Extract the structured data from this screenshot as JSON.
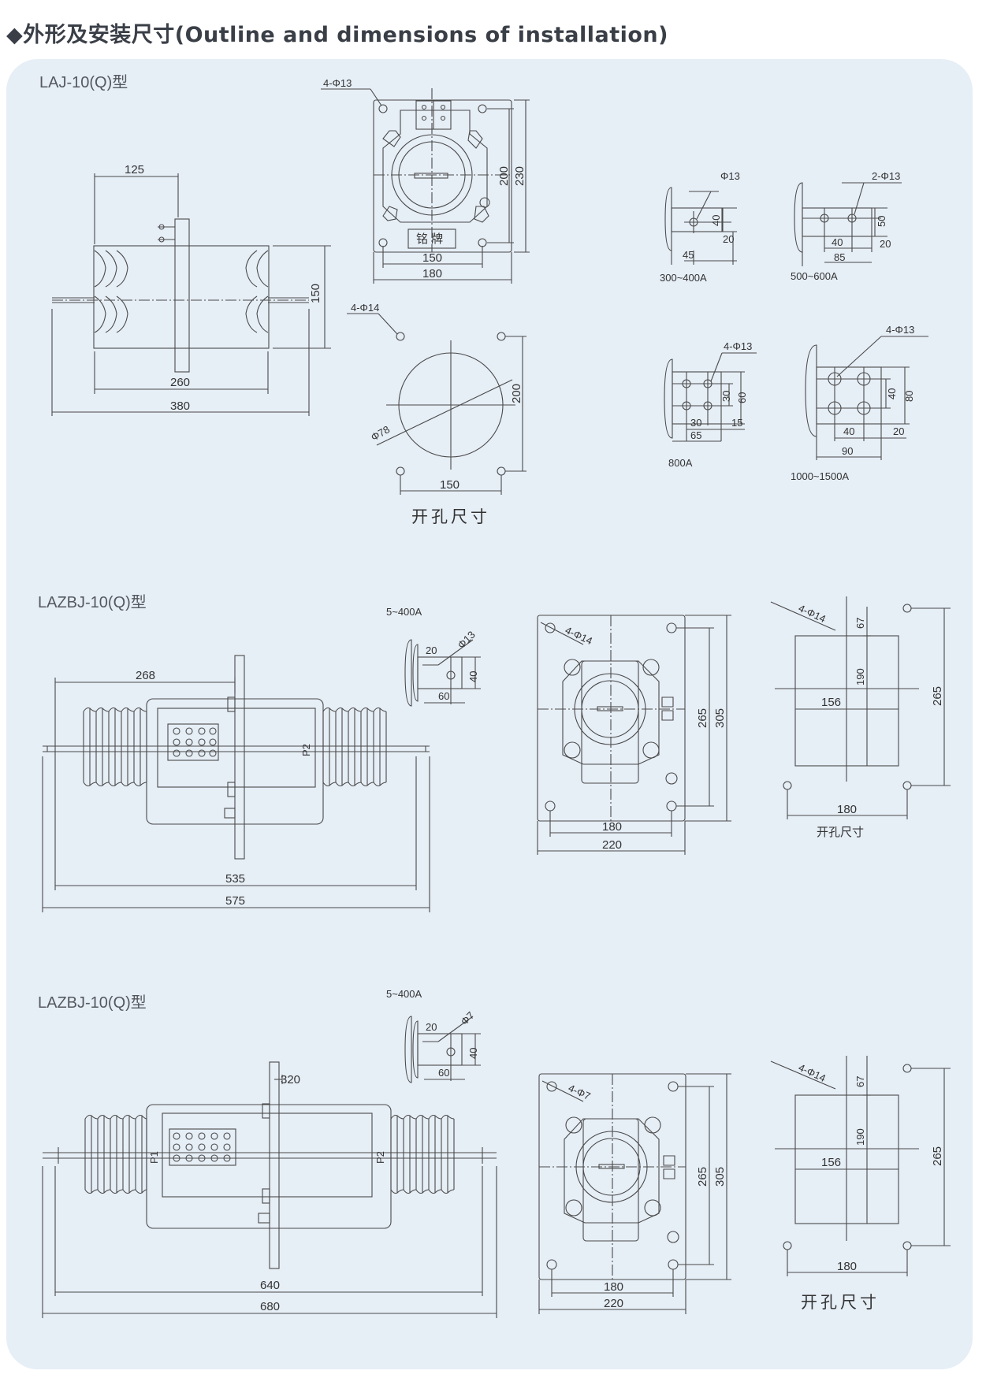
{
  "heading": "◆外形及安装尺寸(Outline and dimensions of installation)",
  "sections": [
    {
      "model": "LAJ-10(Q)型",
      "side_dims": [
        "125",
        "150",
        "260",
        "380"
      ],
      "front": {
        "holes": "4-Φ13",
        "nameplate": "铭 牌",
        "dims": [
          "200",
          "230",
          "150",
          "180"
        ]
      },
      "cutout": {
        "holes": "4-Φ14",
        "diameter": "Φ78",
        "dims": [
          "200",
          "150"
        ],
        "caption": "开孔尺寸"
      },
      "terminals": [
        {
          "range": "300~400A",
          "hole": "Φ13",
          "dims": [
            "40",
            "20",
            "45"
          ]
        },
        {
          "range": "500~600A",
          "hole": "2-Φ13",
          "dims": [
            "50",
            "40",
            "20",
            "85"
          ]
        },
        {
          "range": "800A",
          "hole": "4-Φ13",
          "dims": [
            "30",
            "60",
            "30",
            "15",
            "65"
          ]
        },
        {
          "range": "1000~1500A",
          "hole": "4-Φ13",
          "dims": [
            "40",
            "80",
            "40",
            "20",
            "90"
          ]
        }
      ]
    },
    {
      "model": "LAZBJ-10(Q)型",
      "side_dims": [
        "268",
        "535",
        "575"
      ],
      "side_label": "P2",
      "terminal": {
        "range": "5~400A",
        "hole": "Φ13",
        "dims": [
          "20",
          "40",
          "60"
        ]
      },
      "front": {
        "holes": "4-Φ14",
        "dims": [
          "265",
          "305",
          "180",
          "220"
        ]
      },
      "cutout": {
        "holes": "4-Φ14",
        "dims": [
          "67",
          "190",
          "156",
          "265",
          "180"
        ],
        "caption": "开孔尺寸"
      }
    },
    {
      "model": "LAZBJ-10(Q)型",
      "side_dims": [
        "320",
        "640",
        "680"
      ],
      "side_labels": [
        "P1",
        "P2"
      ],
      "terminal": {
        "range": "5~400A",
        "hole": "Φ7",
        "dims": [
          "20",
          "40",
          "60"
        ]
      },
      "front": {
        "holes": "4-Φ7",
        "dims": [
          "265",
          "305",
          "180",
          "220"
        ]
      },
      "cutout": {
        "holes": "4-Φ14",
        "dims": [
          "67",
          "190",
          "156",
          "265",
          "180"
        ],
        "caption": "开孔尺寸"
      }
    }
  ],
  "colors": {
    "panel": "#e6eef6",
    "line": "#4a4a4a",
    "heading": "#3a3f47"
  }
}
